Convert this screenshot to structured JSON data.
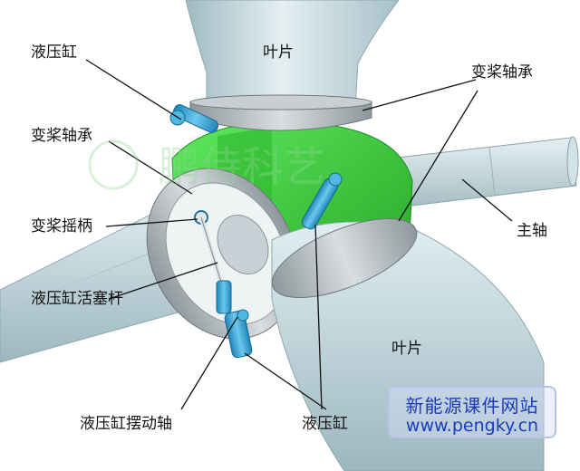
{
  "labels": {
    "hydraulic_cylinder_top": "液压缸",
    "pitch_bearing_left": "变桨轴承",
    "pitch_crank": "变桨摇柄",
    "hydraulic_piston_rod": "液压缸活塞杆",
    "hydraulic_swing_shaft": "液压缸摆动轴",
    "hydraulic_cylinder_bottom": "液压缸",
    "blade_top": "叶片",
    "blade_bottom": "叶片",
    "pitch_bearing_right": "变桨轴承",
    "main_shaft": "主轴"
  },
  "watermark": {
    "line1": "新能源课件网站",
    "line2": "www.pengky.cn",
    "logo_text": "鹏侍科艺"
  },
  "colors": {
    "hub": "#3bd23b",
    "blade": "#c8dde2",
    "cylinder": "#33a8d8",
    "bearing": "#a9b0b4",
    "watermark": "#1a3cb8"
  }
}
